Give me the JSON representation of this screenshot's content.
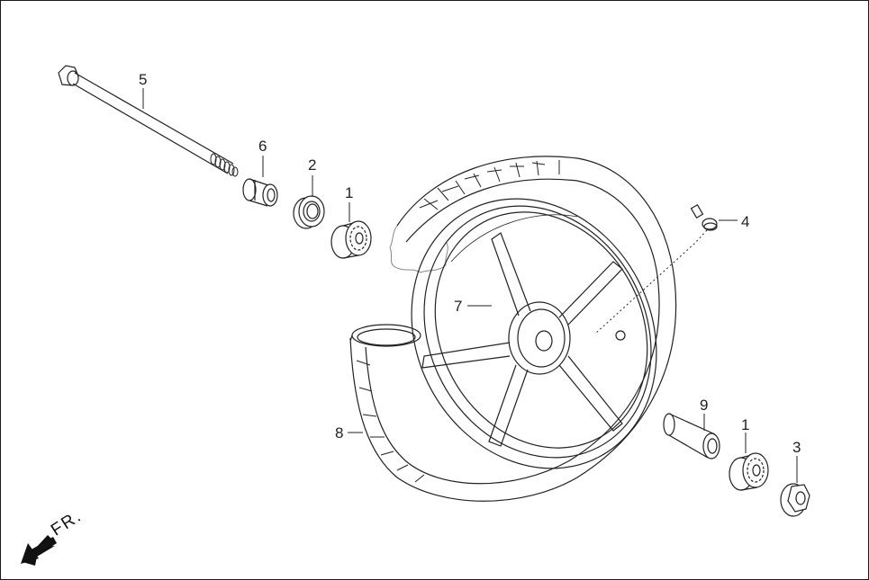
{
  "diagram": {
    "type": "exploded-parts-view",
    "subject": "front wheel assembly",
    "direction_indicator": {
      "label": "FR.",
      "icon": "front-direction-arrow-icon"
    },
    "parts": [
      {
        "callout": "1",
        "name": "bearing",
        "positions": [
          "left",
          "right"
        ]
      },
      {
        "callout": "2",
        "name": "oil seal"
      },
      {
        "callout": "3",
        "name": "axle nut"
      },
      {
        "callout": "4",
        "name": "valve stem"
      },
      {
        "callout": "5",
        "name": "front axle bolt"
      },
      {
        "callout": "6",
        "name": "collar / spacer"
      },
      {
        "callout": "7",
        "name": "wheel rim (5-spoke)"
      },
      {
        "callout": "8",
        "name": "tire"
      },
      {
        "callout": "9",
        "name": "distance collar"
      }
    ],
    "colors": {
      "line": "#222222",
      "background": "#ffffff",
      "border": "#1a1a1a"
    }
  },
  "callouts": {
    "c5": "5",
    "c6": "6",
    "c2": "2",
    "c1a": "1",
    "c4": "4",
    "c7": "7",
    "c8": "8",
    "c9": "9",
    "c1b": "1",
    "c3": "3"
  }
}
